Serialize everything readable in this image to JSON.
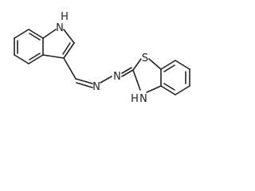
{
  "molecule": {
    "atom_labels": {
      "indole_nh": {
        "h": "H",
        "n": "N"
      },
      "hydrazone_n1": "N",
      "hydrazone_n2": "N",
      "thiazole_s": "S",
      "thiazole_nh": {
        "n": "N",
        "h": "H"
      }
    }
  }
}
